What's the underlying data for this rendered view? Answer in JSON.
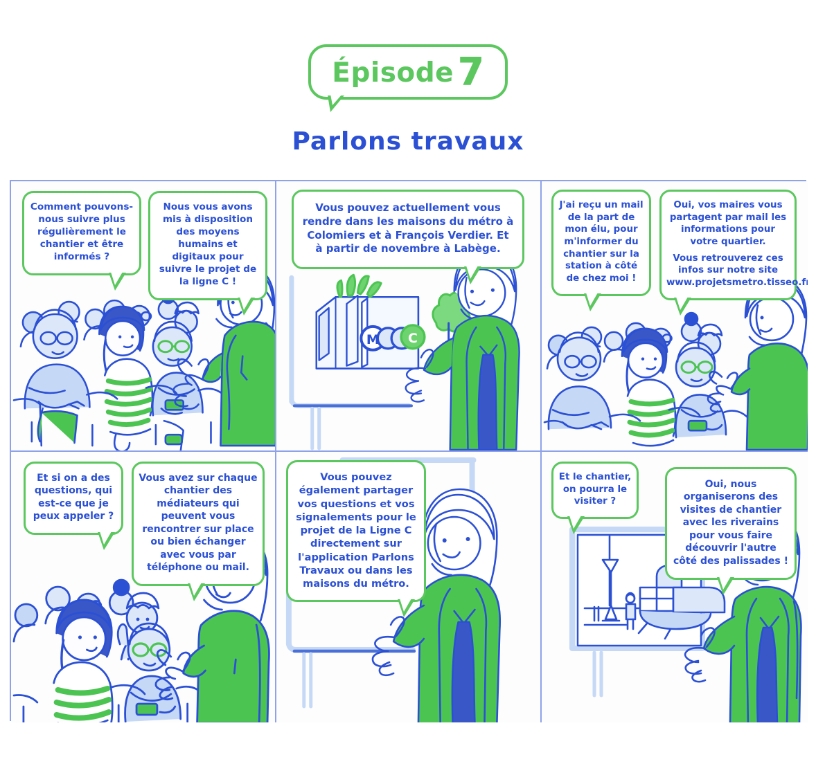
{
  "header": {
    "episode_label": "Épisode",
    "episode_number": "7",
    "title": "Parlons travaux"
  },
  "colors": {
    "green": "#5cc75f",
    "blue": "#2b50d4",
    "light_blue": "#c5d8f5",
    "panel_border": "#8fa2e8",
    "background": "#ffffff"
  },
  "panels": [
    {
      "id": "panel-1",
      "scene": "audience-seated-with-presenter",
      "bubbles": [
        {
          "id": "p1-b1",
          "speaker": "audience",
          "text": "Comment pouvons-nous suivre plus régulièrement le chantier et être informés ?"
        },
        {
          "id": "p1-b2",
          "speaker": "presenter",
          "text": "Nous vous avons mis à disposition des moyens humains et digitaux pour suivre le projet de la ligne C !"
        }
      ]
    },
    {
      "id": "panel-2",
      "scene": "maison-du-metro-building-with-presenter",
      "building_logo": "MDC",
      "bubbles": [
        {
          "id": "p2-b1",
          "speaker": "presenter",
          "text": "Vous pouvez actuellement vous rendre dans les maisons du métro à Colomiers et à François Verdier. Et à partir de novembre à Labège."
        }
      ]
    },
    {
      "id": "panel-3",
      "scene": "audience-seated-with-presenter",
      "bubbles": [
        {
          "id": "p3-b1",
          "speaker": "audience",
          "text": "J'ai reçu un mail de la part de mon élu, pour m'informer du chantier sur la station à côté de chez moi !"
        },
        {
          "id": "p3-b2",
          "speaker": "presenter",
          "text": "Oui, vos maires vous partagent par mail les informations pour votre quartier."
        },
        {
          "id": "p3-b3",
          "speaker": "presenter",
          "text": "Vous retrouverez ces infos sur notre site www.projetsmetro.tisseo.fr"
        }
      ]
    },
    {
      "id": "panel-4",
      "scene": "audience-closeup-with-presenter",
      "bubbles": [
        {
          "id": "p4-b1",
          "speaker": "audience",
          "text": "Et si on a des questions, qui est-ce que je peux appeler ?"
        },
        {
          "id": "p4-b2",
          "speaker": "presenter",
          "text": "Vous avez sur chaque chantier des médiateurs qui peuvent vous rencontrer sur place ou bien échanger avec vous par téléphone ou mail."
        }
      ]
    },
    {
      "id": "panel-5",
      "scene": "presenter-at-board",
      "bubbles": [
        {
          "id": "p5-b1",
          "speaker": "presenter",
          "text": "Vous pouvez également partager vos questions et vos signalements pour le projet de la Ligne C directement sur l'application Parlons Travaux ou dans les maisons du métro."
        }
      ]
    },
    {
      "id": "panel-6",
      "scene": "presenter-with-construction-site-board",
      "bubbles": [
        {
          "id": "p6-b1",
          "speaker": "audience",
          "text": "Et le chantier, on pourra le visiter ?"
        },
        {
          "id": "p6-b2",
          "speaker": "presenter",
          "text": "Oui, nous organiserons des visites de chantier avec les riverains pour vous faire découvrir l'autre côté des palissades !"
        }
      ]
    }
  ]
}
